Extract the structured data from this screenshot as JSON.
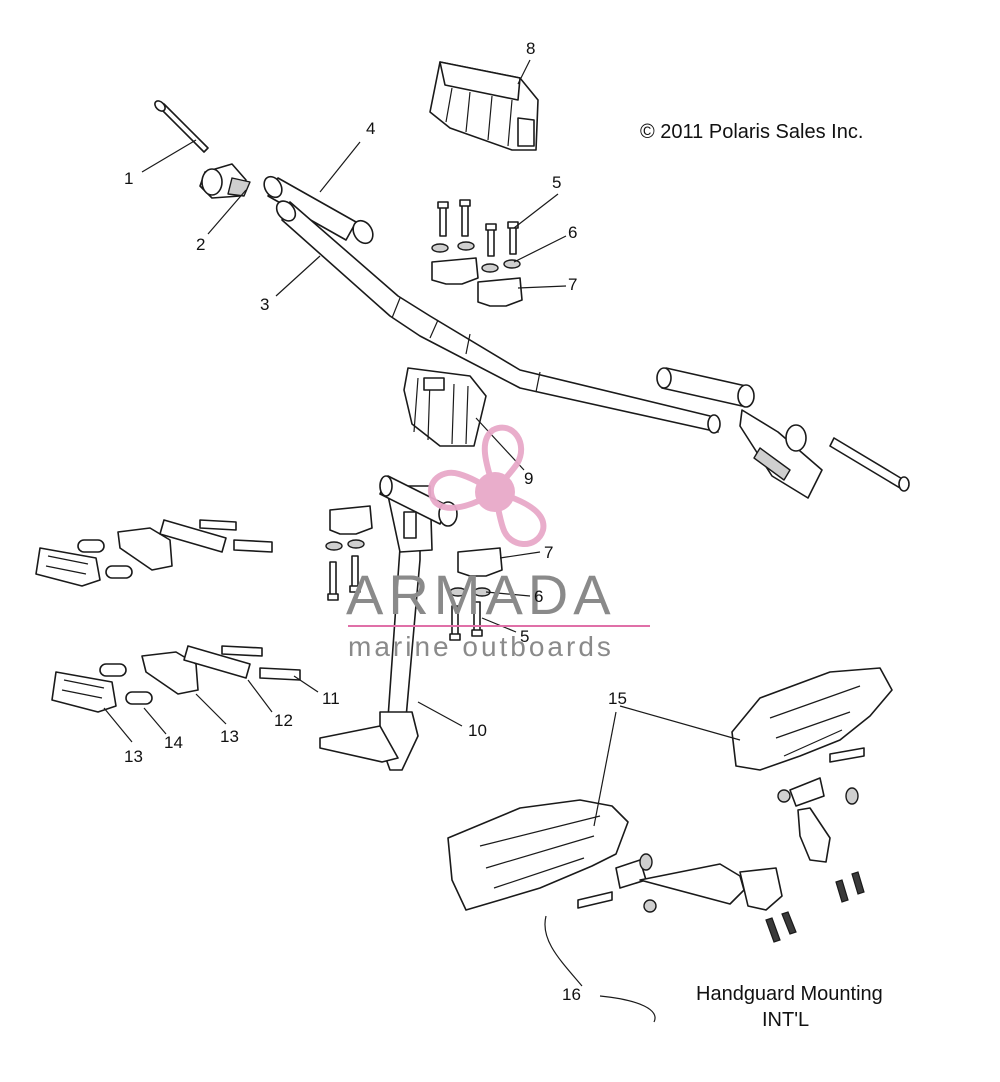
{
  "copyright": "© 2011 Polaris Sales Inc.",
  "caption": {
    "line1": "Handguard Mounting",
    "line2": "INT'L"
  },
  "watermark": {
    "brand": "ARMADA",
    "tagline": "marine outboards",
    "colors": {
      "logo": "#e8a9c9",
      "text": "#8a8a8a",
      "rule": "#e070a8"
    }
  },
  "callouts": [
    "1",
    "2",
    "3",
    "4",
    "5",
    "6",
    "7",
    "8",
    "9",
    "5",
    "6",
    "7",
    "10",
    "11",
    "12",
    "13",
    "13",
    "14",
    "15",
    "16"
  ]
}
